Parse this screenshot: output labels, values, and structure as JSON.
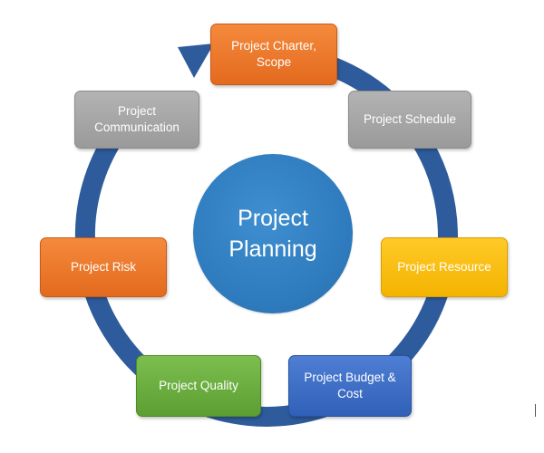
{
  "center": {
    "line1": "Project",
    "line2": "Planning",
    "color": "#2f7cbf"
  },
  "cycle": {
    "ring_color": "#2e5b9c",
    "direction": "clockwise"
  },
  "nodes": {
    "charter": {
      "lines": [
        "Project Charter,",
        "Scope"
      ],
      "color": "#f07a2f"
    },
    "schedule": {
      "lines": [
        "Project Schedule"
      ],
      "color": "#a6a6a6"
    },
    "resource": {
      "lines": [
        "Project Resource"
      ],
      "color": "#fbbf16"
    },
    "budget": {
      "lines": [
        "Project Budget &",
        "Cost"
      ],
      "color": "#3d6fc6"
    },
    "quality": {
      "lines": [
        "Project Quality"
      ],
      "color": "#6aae40"
    },
    "risk": {
      "lines": [
        "Project Risk"
      ],
      "color": "#f07a2f"
    },
    "comm": {
      "lines": [
        "Project",
        "Communication"
      ],
      "color": "#a6a6a6"
    }
  }
}
